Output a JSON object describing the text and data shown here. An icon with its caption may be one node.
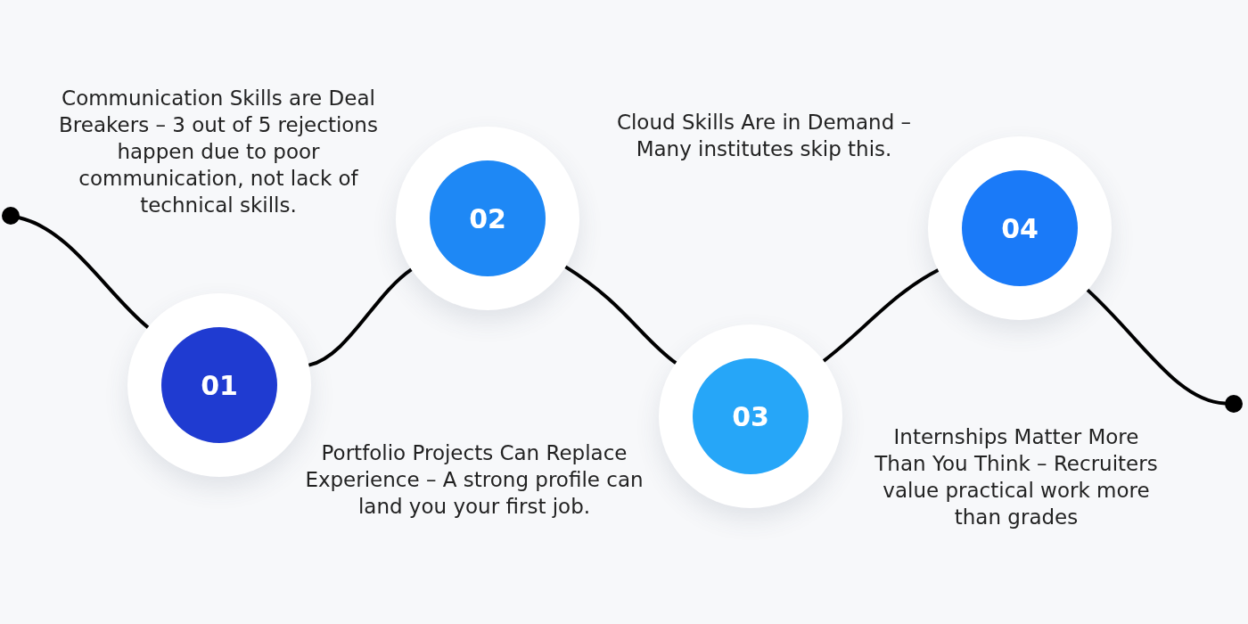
{
  "diagram": {
    "nodes": [
      {
        "text": [],
        "shape": "circle"
      },
      {
        "text": [
          "01"
        ]
      },
      {
        "text": [
          "02"
        ]
      },
      {
        "text": [
          "03"
        ]
      },
      {
        "text": [
          "04"
        ]
      },
      {
        "text": [],
        "shape": "circle"
      }
    ],
    "edges": [
      {
        "from": 0,
        "to": 1,
        "arrow": "none"
      },
      {
        "from": 1,
        "to": 2,
        "arrow": "none"
      },
      {
        "from": 2,
        "to": 3,
        "arrow": "none"
      },
      {
        "from": 3,
        "to": 4,
        "arrow": "none"
      },
      {
        "from": 4,
        "to": 5,
        "arrow": "none"
      }
    ],
    "labels": [
      "Communication Skills are Deal Breakers – 3 out of 5 rejections happen due to poor communication, not lack of technical skills.",
      "Cloud Skills Are in Demand – Many institutes skip this.",
      "Portfolio Projects Can Replace Experience – A strong profile can land you your first job.",
      "Internships Matter More Than You Think – Recruiters value practical work more than grades"
    ]
  }
}
